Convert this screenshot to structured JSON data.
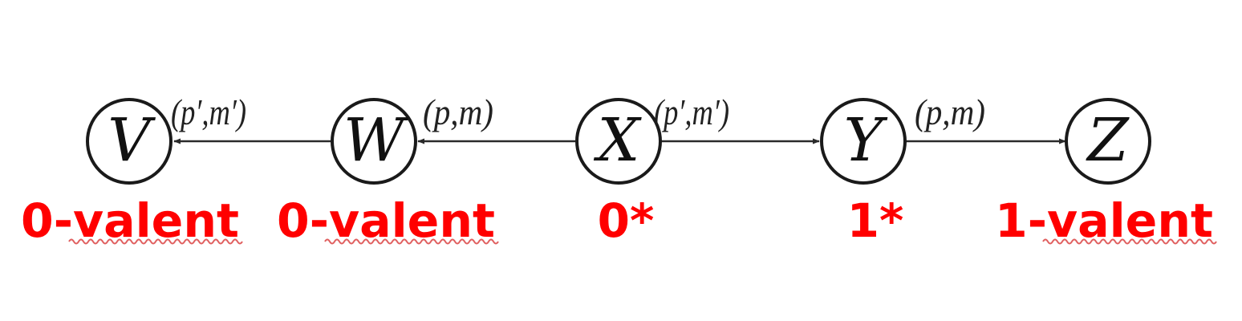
{
  "nodes": [
    {
      "id": "V",
      "letter": "V",
      "state": "0-valent"
    },
    {
      "id": "W",
      "letter": "W",
      "state": "0-valent"
    },
    {
      "id": "X",
      "letter": "X",
      "state": "0*"
    },
    {
      "id": "Y",
      "letter": "Y",
      "state": "1*"
    },
    {
      "id": "Z",
      "letter": "Z",
      "state": "1-valent"
    }
  ],
  "edges": [
    {
      "from": "W",
      "to": "V",
      "label": "(p′,m′)"
    },
    {
      "from": "X",
      "to": "W",
      "label": "(p,m)"
    },
    {
      "from": "X",
      "to": "Y",
      "label": "(p′,m′)"
    },
    {
      "from": "Y",
      "to": "Z",
      "label": "(p,m)"
    }
  ],
  "colors": {
    "state_text": "#ff0000",
    "spell_underline": "#e06060",
    "node_stroke": "#1a1a1a"
  }
}
